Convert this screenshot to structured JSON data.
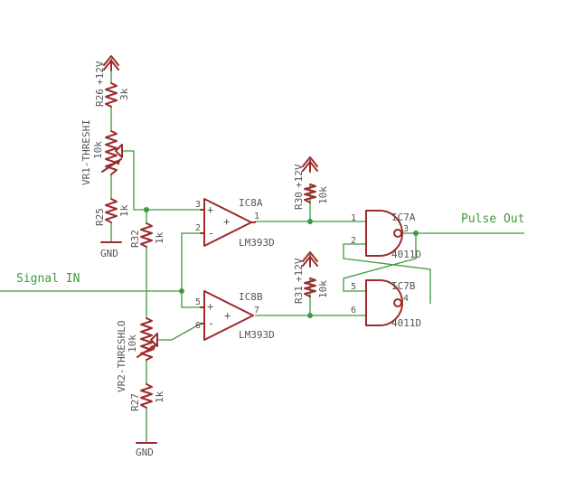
{
  "nets": {
    "signal_in": "Signal IN",
    "pulse_out": "Pulse Out",
    "gnd": "GND",
    "v12": "+12V"
  },
  "resistors": {
    "r26": {
      "name": "R26",
      "value": "3k",
      "supply": "+12V"
    },
    "r25": {
      "name": "R25",
      "value": "1k"
    },
    "r32": {
      "name": "R32",
      "value": "1k"
    },
    "r27": {
      "name": "R27",
      "value": "1k"
    },
    "r30": {
      "name": "R30",
      "value": "10k",
      "supply": "+12V"
    },
    "r31": {
      "name": "R31",
      "value": "10k",
      "supply": "+12V"
    }
  },
  "pots": {
    "vr1": {
      "name": "VR1-THRESHI",
      "value": "10k"
    },
    "vr2": {
      "name": "VR2-THRESHLO",
      "value": "10k"
    }
  },
  "comparators": {
    "ic8a": {
      "name": "IC8A",
      "part": "LM393D",
      "in_plus": "3",
      "in_minus": "2",
      "out": "1"
    },
    "ic8b": {
      "name": "IC8B",
      "part": "LM393D",
      "in_plus": "5",
      "in_minus": "6",
      "out": "7"
    }
  },
  "gates": {
    "ic7a": {
      "name": "IC7A",
      "part": "4011D",
      "in1": "1",
      "in2": "2",
      "out": "3"
    },
    "ic7b": {
      "name": "IC7B",
      "part": "4011D",
      "in1": "5",
      "in2": "6",
      "out": "4"
    }
  },
  "symbols": {
    "plus": "+",
    "minus": "-"
  }
}
